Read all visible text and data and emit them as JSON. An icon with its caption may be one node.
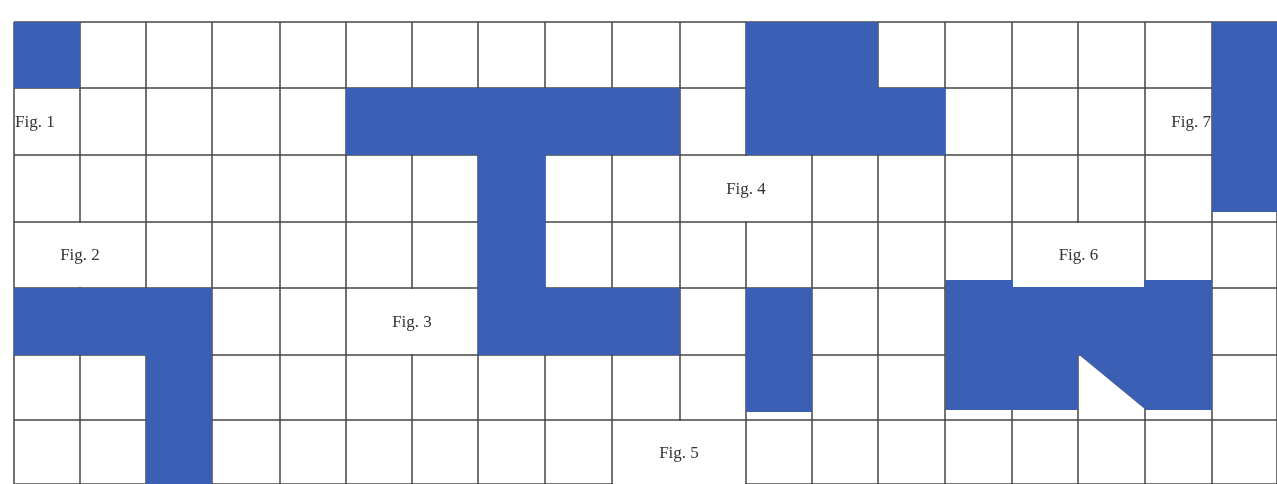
{
  "diagram": {
    "labels": [
      "Fig. 1",
      "Fig. 2",
      "Fig. 3",
      "Fig. 4",
      "Fig. 5",
      "Fig. 6",
      "Fig. 7"
    ]
  }
}
